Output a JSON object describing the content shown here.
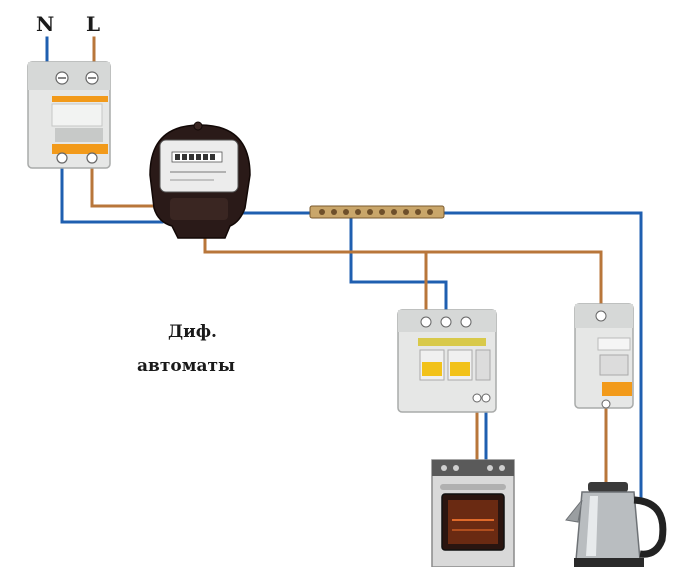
{
  "terminals": {
    "neutral": "N",
    "line": "L"
  },
  "caption": {
    "line1": "Диф.",
    "line2": "автоматы"
  },
  "colors": {
    "neutral_wire": "#1f5fb0",
    "line_wire": "#b8763a",
    "breaker_body": "#e6e7e6",
    "breaker_accent": "#f29a1a",
    "meter_body": "#2a1a18"
  },
  "components": [
    {
      "name": "main-breaker",
      "icon": "two-pole-breaker-icon"
    },
    {
      "name": "electric-meter",
      "icon": "electric-meter-icon"
    },
    {
      "name": "neutral-bus-bar",
      "icon": "bus-bar-icon"
    },
    {
      "name": "rcbo-oven",
      "icon": "differential-breaker-icon"
    },
    {
      "name": "rcbo-kettle",
      "icon": "single-pole-rcbo-icon"
    },
    {
      "name": "electric-oven",
      "icon": "oven-icon"
    },
    {
      "name": "electric-kettle",
      "icon": "kettle-icon"
    }
  ]
}
